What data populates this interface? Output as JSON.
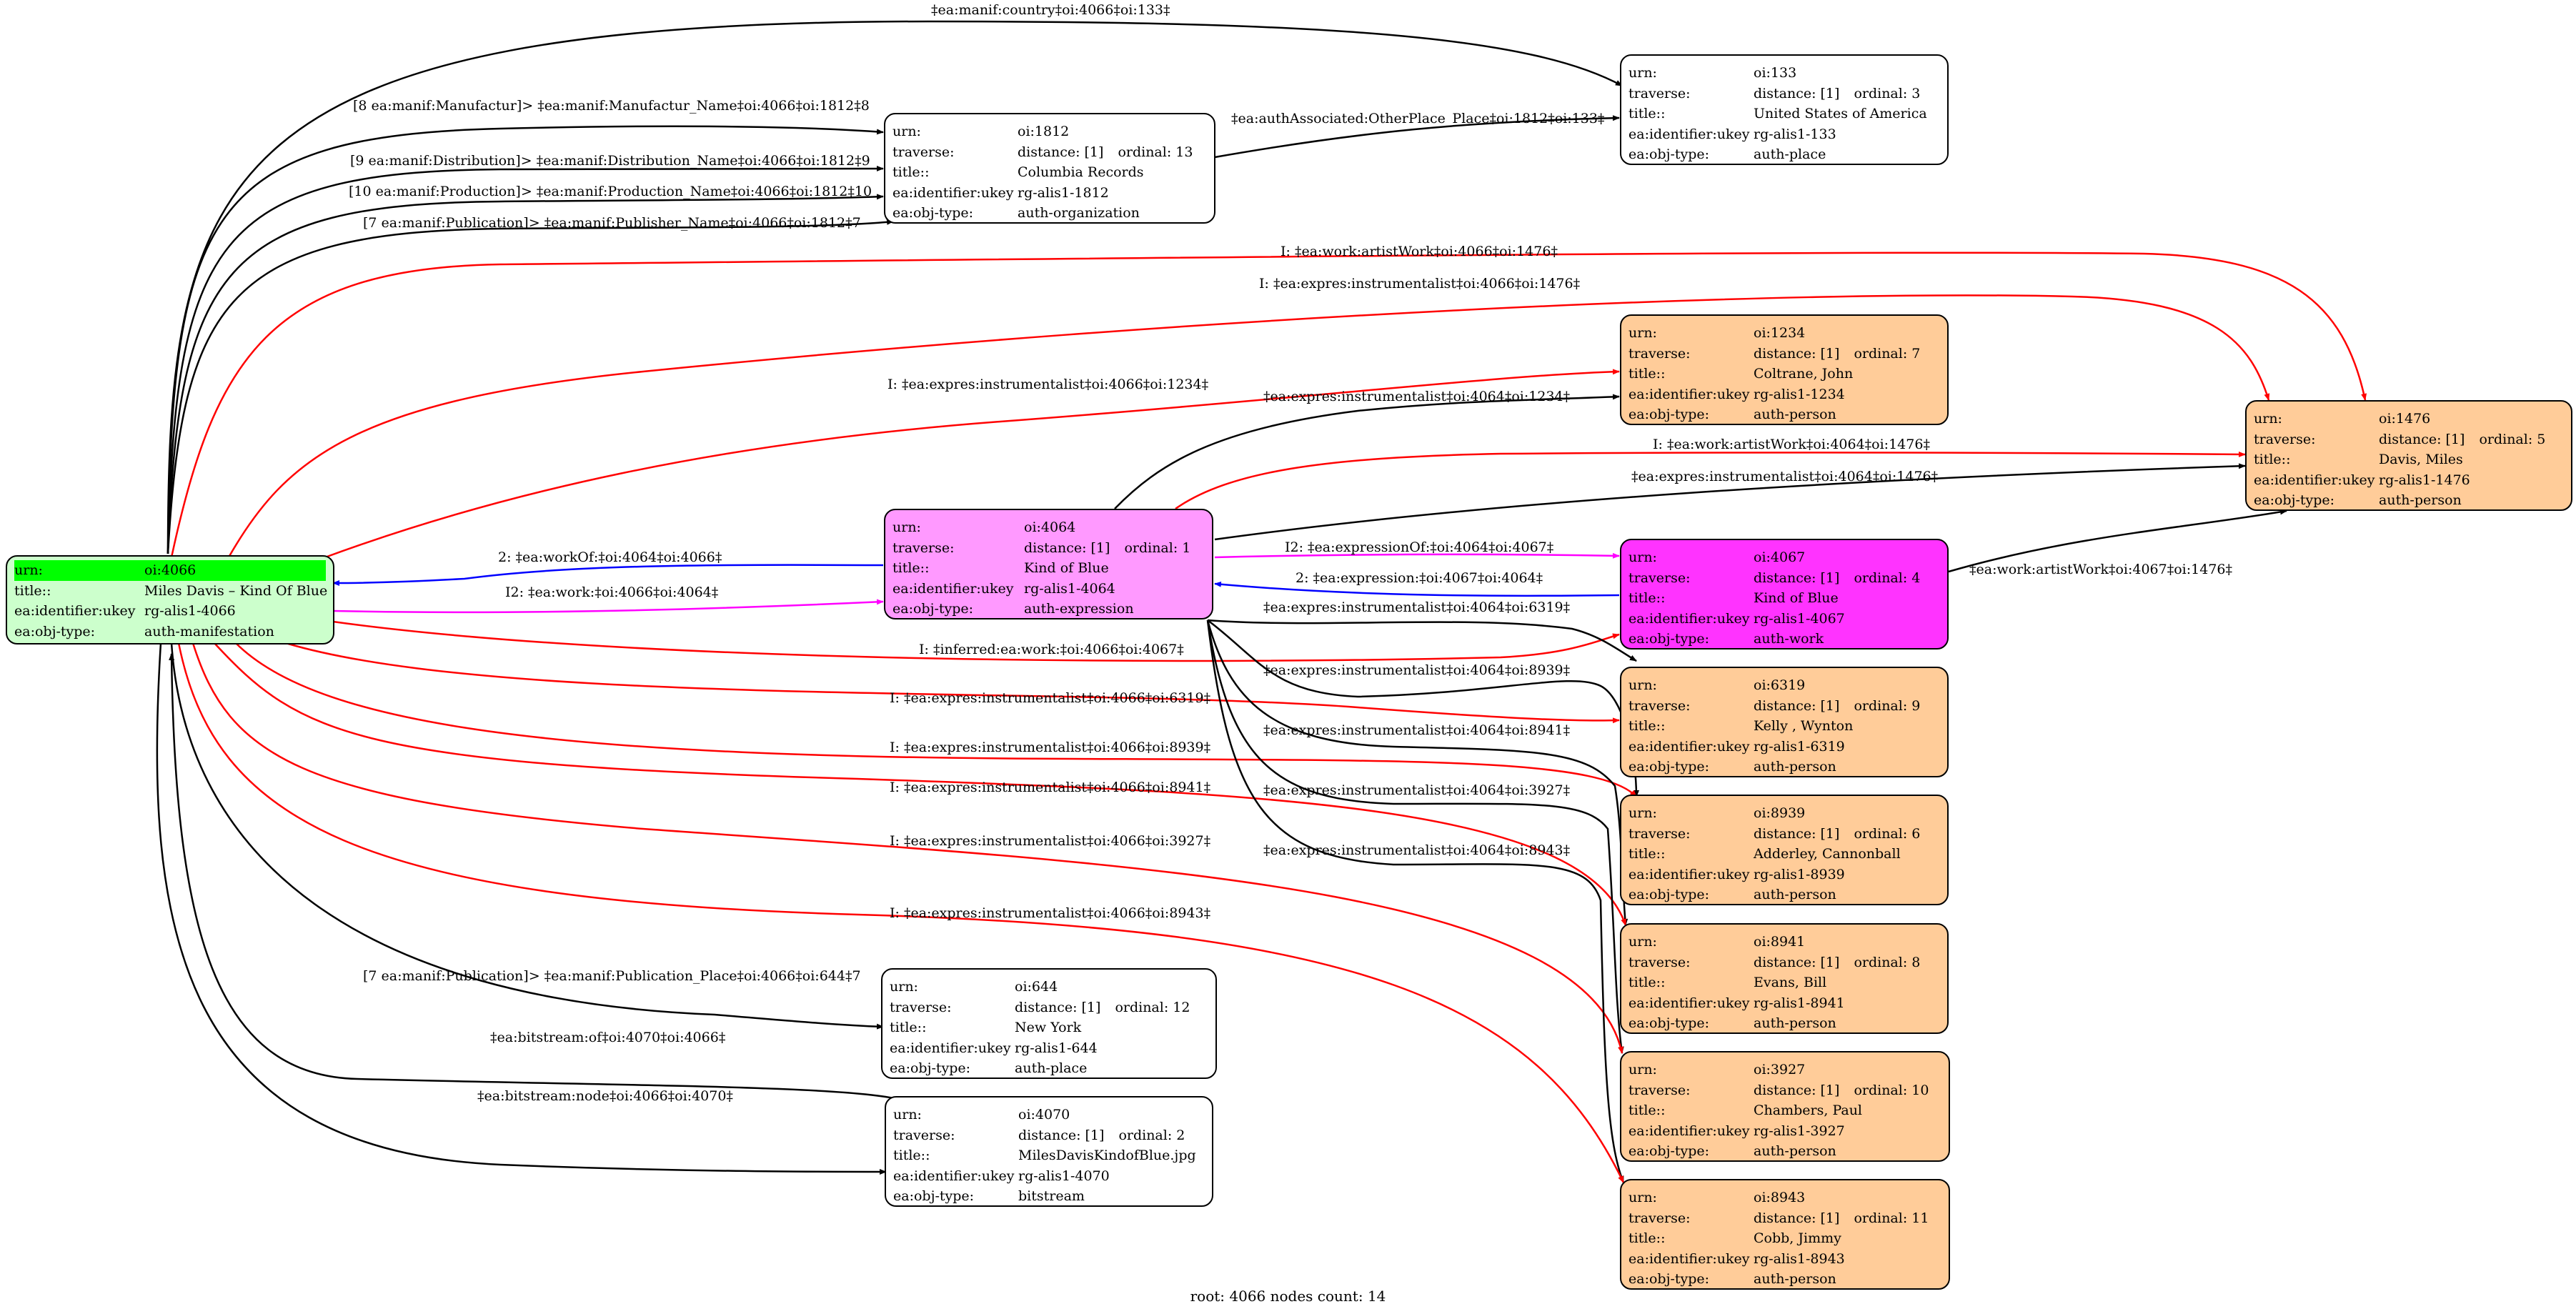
{
  "root": {
    "urn_key": "urn:",
    "urn": "oi:4066",
    "title_key": "title::",
    "title": "Miles Davis – Kind Of Blue",
    "ukey_key": "ea:identifier:ukey",
    "ukey": "rg-alis1-4066",
    "type_key": "ea:obj-type:",
    "type": "auth-manifestation"
  },
  "nodes": [
    {
      "id": "n4064",
      "urn": "oi:4064",
      "distance": "distance: [1]",
      "ordinal": "ordinal: 1",
      "title": "Kind of Blue",
      "ukey": "rg-alis1-4064",
      "type": "auth-expression"
    },
    {
      "id": "n1812",
      "urn": "oi:1812",
      "distance": "distance: [1]",
      "ordinal": "ordinal: 13",
      "title": "Columbia Records",
      "ukey": "rg-alis1-1812",
      "type": "auth-organization"
    },
    {
      "id": "n133",
      "urn": "oi:133",
      "distance": "distance: [1]",
      "ordinal": "ordinal: 3",
      "title": "United States of America",
      "ukey": "rg-alis1-133",
      "type": "auth-place"
    },
    {
      "id": "n1234",
      "urn": "oi:1234",
      "distance": "distance: [1]",
      "ordinal": "ordinal: 7",
      "title": "Coltrane, John",
      "ukey": "rg-alis1-1234",
      "type": "auth-person"
    },
    {
      "id": "n1476",
      "urn": "oi:1476",
      "distance": "distance: [1]",
      "ordinal": "ordinal: 5",
      "title": "Davis, Miles",
      "ukey": "rg-alis1-1476",
      "type": "auth-person"
    },
    {
      "id": "n4067",
      "urn": "oi:4067",
      "distance": "distance: [1]",
      "ordinal": "ordinal: 4",
      "title": "Kind of Blue",
      "ukey": "rg-alis1-4067",
      "type": "auth-work"
    },
    {
      "id": "n6319",
      "urn": "oi:6319",
      "distance": "distance: [1]",
      "ordinal": "ordinal: 9",
      "title": "Kelly , Wynton",
      "ukey": "rg-alis1-6319",
      "type": "auth-person"
    },
    {
      "id": "n8939",
      "urn": "oi:8939",
      "distance": "distance: [1]",
      "ordinal": "ordinal: 6",
      "title": "Adderley, Cannonball",
      "ukey": "rg-alis1-8939",
      "type": "auth-person"
    },
    {
      "id": "n8941",
      "urn": "oi:8941",
      "distance": "distance: [1]",
      "ordinal": "ordinal: 8",
      "title": "Evans, Bill",
      "ukey": "rg-alis1-8941",
      "type": "auth-person"
    },
    {
      "id": "n3927",
      "urn": "oi:3927",
      "distance": "distance: [1]",
      "ordinal": "ordinal: 10",
      "title": "Chambers, Paul",
      "ukey": "rg-alis1-3927",
      "type": "auth-person"
    },
    {
      "id": "n8943",
      "urn": "oi:8943",
      "distance": "distance: [1]",
      "ordinal": "ordinal: 11",
      "title": "Cobb, Jimmy",
      "ukey": "rg-alis1-8943",
      "type": "auth-person"
    },
    {
      "id": "n644",
      "urn": "oi:644",
      "distance": "distance: [1]",
      "ordinal": "ordinal: 12",
      "title": "New York",
      "ukey": "rg-alis1-644",
      "type": "auth-place"
    },
    {
      "id": "n4070",
      "urn": "oi:4070",
      "distance": "distance: [1]",
      "ordinal": "ordinal: 2",
      "title": "MilesDavisKindofBlue.jpg",
      "ukey": "rg-alis1-4070",
      "type": "bitstream"
    }
  ],
  "keys": {
    "urn": "urn:",
    "traverse": "traverse:",
    "title": "title::",
    "ukey": "ea:identifier:ukey",
    "type": "ea:obj-type:"
  },
  "colors": {
    "root_fill": "#ccffcc",
    "root_highlight": "#00ff00",
    "expression_fill": "#ff99ff",
    "work_fill": "#ff33ff",
    "person_fill": "#ffcc99",
    "plain_fill": "#ffffff",
    "edge_black": "#000000",
    "edge_red": "#ff0000",
    "edge_blue": "#0000ff",
    "edge_magenta": "#ff00ff"
  },
  "edges": [
    {
      "id": "e1",
      "color": "black",
      "label": "‡ea:manif:country‡oi:4066‡oi:133‡"
    },
    {
      "id": "e2",
      "color": "black",
      "label": "[8 ea:manif:Manufactur]> ‡ea:manif:Manufactur_Name‡oi:4066‡oi:1812‡8"
    },
    {
      "id": "e3",
      "color": "black",
      "label": "[9 ea:manif:Distribution]> ‡ea:manif:Distribution_Name‡oi:4066‡oi:1812‡9"
    },
    {
      "id": "e4",
      "color": "black",
      "label": "[10 ea:manif:Production]> ‡ea:manif:Production_Name‡oi:4066‡oi:1812‡10"
    },
    {
      "id": "e5",
      "color": "black",
      "label": "[7 ea:manif:Publication]> ‡ea:manif:Publisher_Name‡oi:4066‡oi:1812‡7"
    },
    {
      "id": "e6",
      "color": "black",
      "label": "‡ea:authAssociated:OtherPlace_Place‡oi:1812‡oi:133‡"
    },
    {
      "id": "e7",
      "color": "red",
      "label": "I: ‡ea:work:artistWork‡oi:4066‡oi:1476‡"
    },
    {
      "id": "e8",
      "color": "red",
      "label": "I: ‡ea:expres:instrumentalist‡oi:4066‡oi:1476‡"
    },
    {
      "id": "e9",
      "color": "red",
      "label": "I: ‡ea:expres:instrumentalist‡oi:4066‡oi:1234‡"
    },
    {
      "id": "e10",
      "color": "black",
      "label": "‡ea:expres:instrumentalist‡oi:4064‡oi:1234‡"
    },
    {
      "id": "e11",
      "color": "red",
      "label": "I: ‡ea:work:artistWork‡oi:4064‡oi:1476‡"
    },
    {
      "id": "e12",
      "color": "black",
      "label": "‡ea:expres:instrumentalist‡oi:4064‡oi:1476‡"
    },
    {
      "id": "e13",
      "color": "blue",
      "label": "2: ‡ea:workOf:‡oi:4064‡oi:4066‡"
    },
    {
      "id": "e14",
      "color": "magenta",
      "label": "I2: ‡ea:work:‡oi:4066‡oi:4064‡"
    },
    {
      "id": "e15",
      "color": "magenta",
      "label": "I2: ‡ea:expressionOf:‡oi:4064‡oi:4067‡"
    },
    {
      "id": "e16",
      "color": "blue",
      "label": "2: ‡ea:expression:‡oi:4067‡oi:4064‡"
    },
    {
      "id": "e17",
      "color": "black",
      "label": "‡ea:work:artistWork‡oi:4067‡oi:1476‡"
    },
    {
      "id": "e18",
      "color": "red",
      "label": "I: ‡inferred:ea:work:‡oi:4066‡oi:4067‡"
    },
    {
      "id": "e19",
      "color": "black",
      "label": "‡ea:expres:instrumentalist‡oi:4064‡oi:6319‡"
    },
    {
      "id": "e20",
      "color": "red",
      "label": "I: ‡ea:expres:instrumentalist‡oi:4066‡oi:6319‡"
    },
    {
      "id": "e21",
      "color": "black",
      "label": "‡ea:expres:instrumentalist‡oi:4064‡oi:8939‡"
    },
    {
      "id": "e22",
      "color": "red",
      "label": "I: ‡ea:expres:instrumentalist‡oi:4066‡oi:8939‡"
    },
    {
      "id": "e23",
      "color": "black",
      "label": "‡ea:expres:instrumentalist‡oi:4064‡oi:8941‡"
    },
    {
      "id": "e24",
      "color": "red",
      "label": "I: ‡ea:expres:instrumentalist‡oi:4066‡oi:8941‡"
    },
    {
      "id": "e25",
      "color": "black",
      "label": "‡ea:expres:instrumentalist‡oi:4064‡oi:3927‡"
    },
    {
      "id": "e26",
      "color": "red",
      "label": "I: ‡ea:expres:instrumentalist‡oi:4066‡oi:3927‡"
    },
    {
      "id": "e27",
      "color": "black",
      "label": "‡ea:expres:instrumentalist‡oi:4064‡oi:8943‡"
    },
    {
      "id": "e28",
      "color": "red",
      "label": "I: ‡ea:expres:instrumentalist‡oi:4066‡oi:8943‡"
    },
    {
      "id": "e29",
      "color": "black",
      "label": "[7 ea:manif:Publication]> ‡ea:manif:Publication_Place‡oi:4066‡oi:644‡7"
    },
    {
      "id": "e30",
      "color": "black",
      "label": "‡ea:bitstream:of‡oi:4070‡oi:4066‡"
    },
    {
      "id": "e31",
      "color": "black",
      "label": "‡ea:bitstream:node‡oi:4066‡oi:4070‡"
    }
  ],
  "footer": "root: 4066 nodes count: 14"
}
